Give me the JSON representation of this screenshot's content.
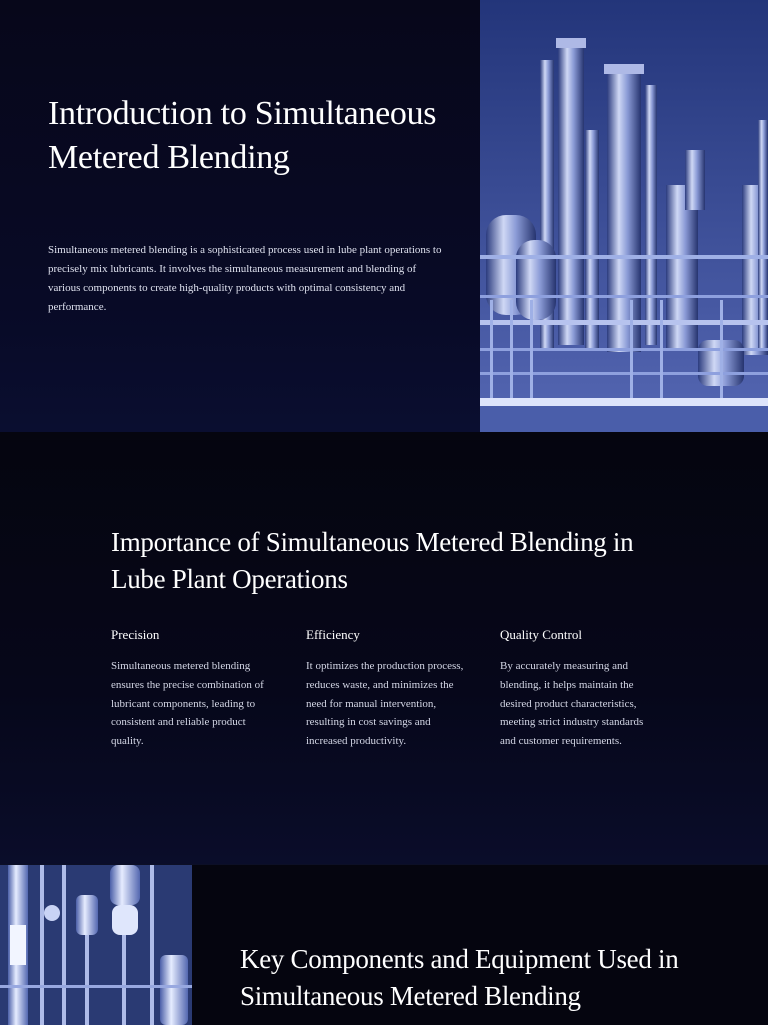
{
  "slide1": {
    "title": "Introduction to Simultaneous Metered Blending",
    "body": "Simultaneous metered blending is a sophisticated process used in lube plant operations to precisely mix lubricants. It involves the simultaneous measurement and blending of various components to create high-quality products with optimal consistency and performance.",
    "image": "refinery-illustration"
  },
  "slide2": {
    "title": "Importance of Simultaneous Metered Blending in Lube Plant Operations",
    "columns": [
      {
        "heading": "Precision",
        "text": "Simultaneous metered blending ensures the precise combination of lubricant components, leading to consistent and reliable product quality."
      },
      {
        "heading": "Efficiency",
        "text": "It optimizes the production process, reduces waste, and minimizes the need for manual intervention, resulting in cost savings and increased productivity."
      },
      {
        "heading": "Quality Control",
        "text": "By accurately measuring and blending, it helps maintain the desired product characteristics, meeting strict industry standards and customer requirements."
      }
    ]
  },
  "slide3": {
    "title": "Key Components and Equipment Used in Simultaneous Metered Blending",
    "image": "lab-equipment-illustration"
  },
  "colors": {
    "background": "#05050f",
    "image_blue": "#3b4f9c",
    "text": "#ffffff",
    "body_text": "#d4d7e6"
  }
}
